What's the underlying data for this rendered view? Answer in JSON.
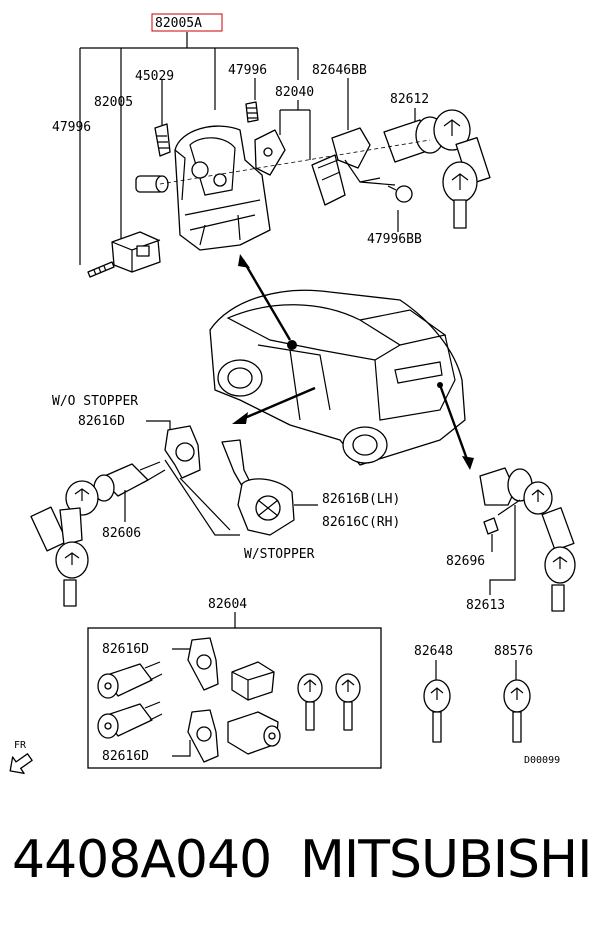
{
  "diagram": {
    "labels": {
      "top_assy": "82005A",
      "l45029": "45029",
      "l47996_top": "47996",
      "l82646bb": "82646BB",
      "l82005": "82005",
      "l82040": "82040",
      "l82612": "82612",
      "l47996_left": "47996",
      "l47996bb": "47996BB",
      "wo_stopper": "W/O STOPPER",
      "l82616d_a": "82616D",
      "l82606": "82606",
      "l82616b": "82616B(LH)",
      "l82616c": "82616C(RH)",
      "w_stopper": "W/STOPPER",
      "l82696": "82696",
      "l82613": "82613",
      "l82604": "82604",
      "l82616d_b": "82616D",
      "l82616d_c": "82616D",
      "l82648": "82648",
      "l88576": "88576",
      "fr": "FR",
      "diagram_code": "D00099"
    }
  },
  "footer": {
    "part_number": "4408A040",
    "brand": "MITSUBISHI"
  }
}
